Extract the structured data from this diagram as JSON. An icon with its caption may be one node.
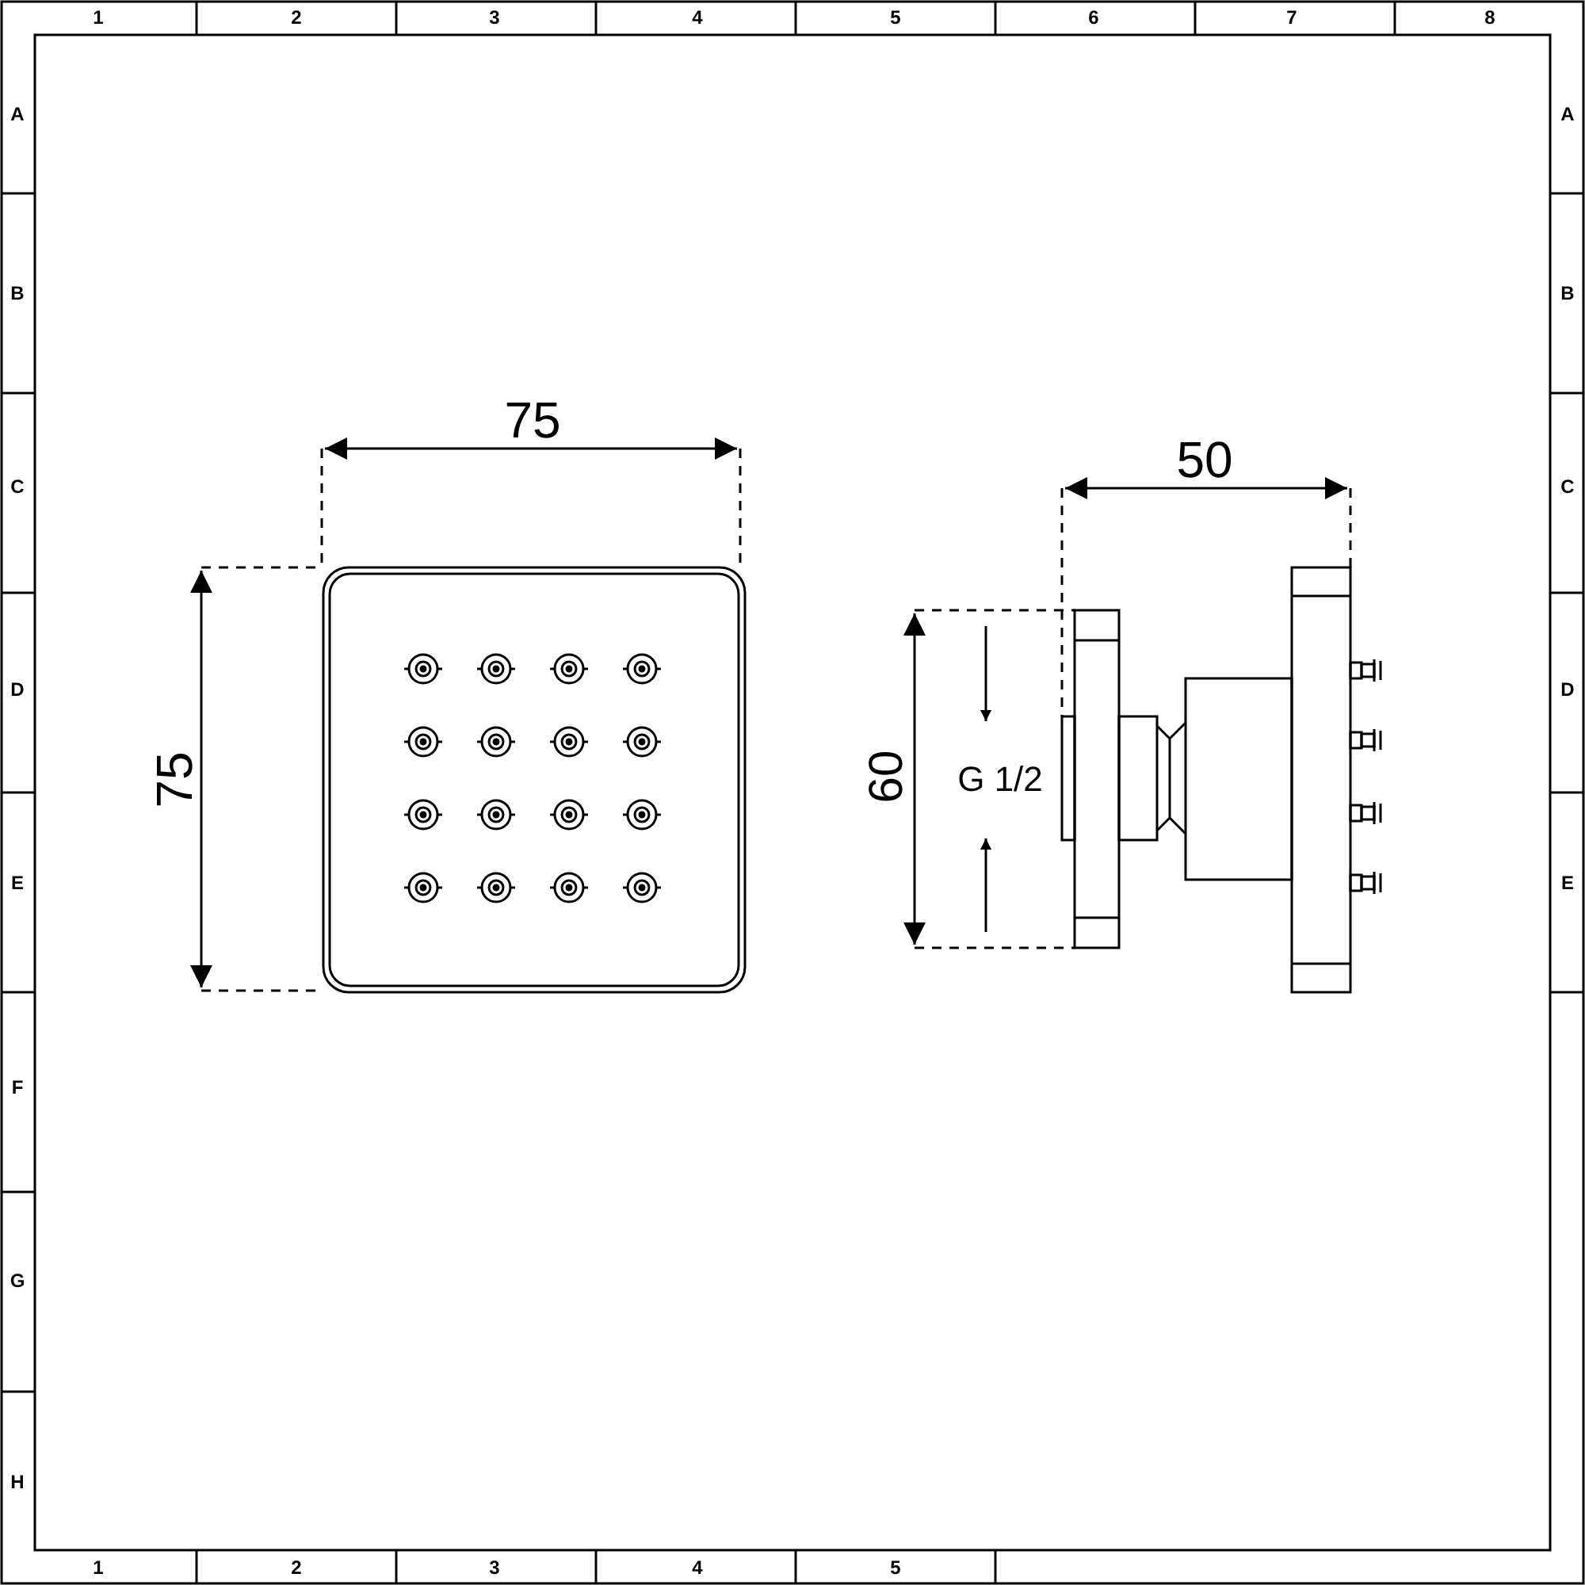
{
  "diagram": {
    "labels": [
      "1",
      "2",
      "3",
      "4",
      "5",
      "6",
      "7",
      "8",
      "A",
      "B",
      "C",
      "D",
      "E",
      "F",
      "G",
      "H",
      "A",
      "B",
      "C",
      "D",
      "E",
      "1",
      "2",
      "3",
      "4",
      "5",
      "75",
      "75",
      "50",
      "60",
      "G 1/2"
    ]
  }
}
